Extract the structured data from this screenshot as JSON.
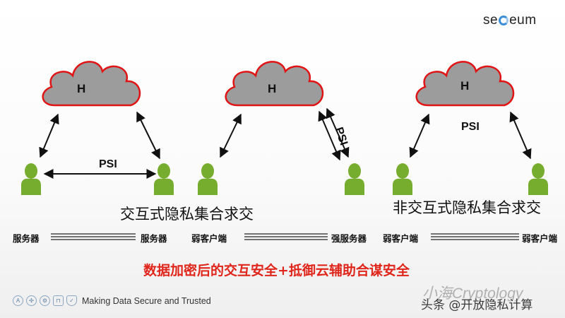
{
  "logo": {
    "left": "se",
    "right": "eum"
  },
  "panels": {
    "left": {
      "cloud_label": "H",
      "psi_label": "PSI"
    },
    "middle": {
      "cloud_label": "H",
      "psi_label": "PSI"
    },
    "right": {
      "cloud_label": "H",
      "psi_label": "PSI"
    }
  },
  "captions": {
    "interactive": "交互式隐私集合求交",
    "non_interactive": "非交互式隐私集合求交"
  },
  "roles": {
    "server_1": "服务器",
    "server_2": "服务器",
    "weak_client_1": "弱客户端",
    "strong_server": "强服务器",
    "weak_client_2": "弱客户端",
    "weak_client_3": "弱客户端"
  },
  "slogan": "数据加密后的交互安全+抵御云辅助合谋安全",
  "footer": {
    "tagline": "Making Data Secure and Trusted"
  },
  "watermark": {
    "line1": "小海Cryptology",
    "line2": "头条 @开放隐私计算"
  },
  "colors": {
    "cloud_fill": "#9c9c9c",
    "cloud_stroke": "#e01414",
    "person": "#77ad2f",
    "slogan": "#e0251b"
  }
}
